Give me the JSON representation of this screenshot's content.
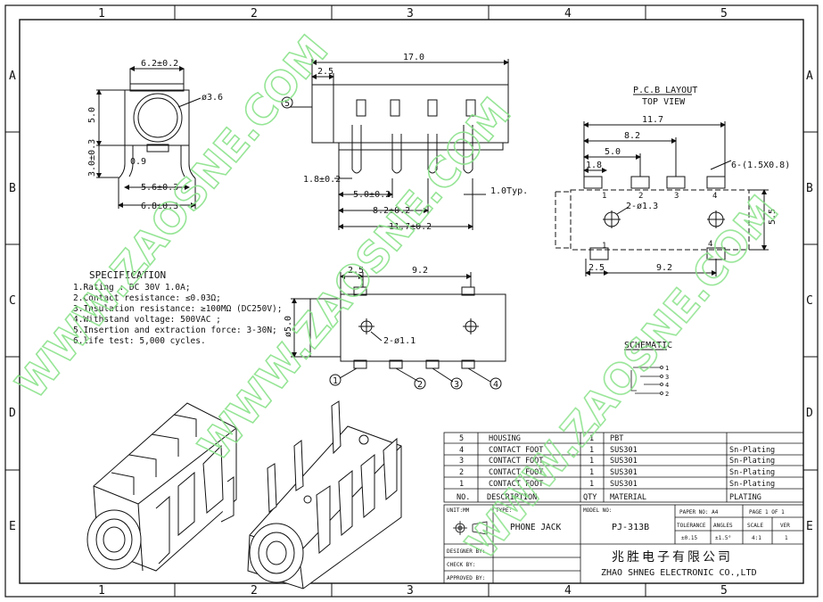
{
  "frame": {
    "columns": [
      "1",
      "2",
      "3",
      "4",
      "5"
    ],
    "rows": [
      "A",
      "B",
      "C",
      "D",
      "E"
    ]
  },
  "watermark": "WWW.ZAOSNE.COM",
  "front_view": {
    "width_top": "6.2±0.2",
    "height": "5.0",
    "hole": "ø3.6",
    "leg_height": "3.0±0.3",
    "leg_thickness": "0.9",
    "inner_width": "5.6±0.3",
    "outer_width": "6.8±0.3"
  },
  "side_view": {
    "total_length": "17.0",
    "front_offset": "2.5",
    "balloon": "5",
    "dim_pin1": "1.8±0.2",
    "dim_pin2": "5.0±0.2",
    "dim_pin3": "8.2±0.2",
    "dim_pin4": "11.7±0.2",
    "pin_width": "1.0Typ."
  },
  "pcb_layout": {
    "title": "P.C.B LAYOUT",
    "subtitle": "TOP VIEW",
    "dim_11_7": "11.7",
    "dim_8_2": "8.2",
    "dim_5_0": "5.0",
    "dim_1_8": "1.8",
    "pad_note": "6-(1.5X0.8)",
    "hole_note": "2-ø1.3",
    "height": "5.5",
    "dim_2_5": "2.5",
    "dim_9_2": "9.2",
    "pads_top": [
      "1",
      "2",
      "3",
      "4"
    ],
    "pads_bottom": [
      "1",
      "4"
    ]
  },
  "bottom_view": {
    "dim_2_5": "2.5",
    "dim_9_2": "9.2",
    "diameter": "ø5.0",
    "hole_note": "2-ø1.1",
    "balloons": [
      "1",
      "2",
      "3",
      "4"
    ]
  },
  "specification": {
    "title": "SPECIFICATION",
    "lines": [
      "1.Rating : DC 30V 1.0A;",
      "2.Contact resistance: ≤0.03Ω;",
      "3.Insulation resistance: ≥100MΩ  (DC250V);",
      "4.Withstand voltage: 500VAC ;",
      "5.Insertion and extraction force: 3-30N;",
      "6.life test: 5,000 cycles."
    ]
  },
  "schematic": {
    "title": "SCHEMATIC",
    "pins": [
      "1",
      "3",
      "4",
      "2"
    ]
  },
  "bom": {
    "headers": [
      "NO.",
      "DESCRIPTION",
      "QTY",
      "MATERIAL",
      "PLATING"
    ],
    "rows": [
      [
        "5",
        "HOUSING",
        "1",
        "PBT",
        ""
      ],
      [
        "4",
        "CONTACT FOOT",
        "1",
        "SUS301",
        "Sn-Plating"
      ],
      [
        "3",
        "CONTACT FOOT",
        "1",
        "SUS301",
        "Sn-Plating"
      ],
      [
        "2",
        "CONTACT FOOT",
        "1",
        "SUS301",
        "Sn-Plating"
      ],
      [
        "1",
        "CONTACT FOOT",
        "1",
        "SUS301",
        "Sn-Plating"
      ]
    ]
  },
  "title_block": {
    "unit_label": "UNIT:MM",
    "type_label": "TYPE:",
    "type_value": "PHONE JACK",
    "model_label": "MODEL NO:",
    "model_value": "PJ-313B",
    "paper_label": "PAPER NO: A4",
    "page_label": "PAGE 1 OF 1",
    "tolerance_label": "TOLERANCE",
    "angles_label": "ANGLES",
    "scale_label": "SCALE",
    "ver_label": "VER",
    "tolerance_value": "±0.15",
    "angles_value": "±1.5°",
    "scale_value": "4:1",
    "ver_value": "1",
    "designer_label": "DESIGNER BY:",
    "check_label": "CHECK    BY:",
    "approved_label": "APPROVED BY:",
    "company_cn": "兆胜电子有限公司",
    "company_en": "ZHAO SHNEG ELECTRONIC CO.,LTD"
  }
}
